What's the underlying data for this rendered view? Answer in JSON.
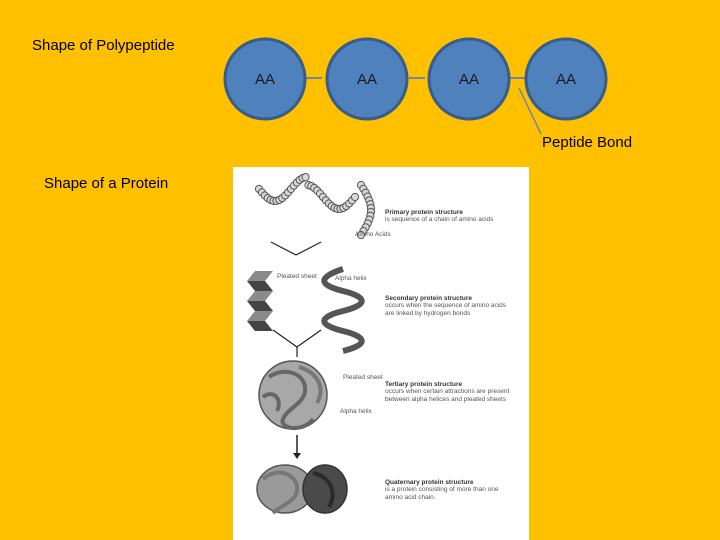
{
  "polypeptide_label": "Shape of Polypeptide",
  "protein_label": "Shape of a Protein",
  "amino_acid_nodes": [
    "AA",
    "AA",
    "AA",
    "AA"
  ],
  "peptide_bond_label": "Peptide Bond",
  "colors": {
    "background": "#FFC000",
    "node_fill": "#4F81BD",
    "node_stroke": "#385D8A"
  },
  "figure": {
    "primary_title": "Primary protein structure",
    "primary_desc": "is sequence of a chain of amino acids",
    "amino_acids_label": "Amino Acids",
    "pleated_sheet_label": "Pleated sheet",
    "alpha_helix_label": "Alpha helix",
    "secondary_title": "Secondary protein structure",
    "secondary_desc_1": "occurs when the sequence of amino acids",
    "secondary_desc_2": "are linked by hydrogen bonds",
    "pleated_sheet_label_2": "Pleated sheet",
    "tertiary_title": "Tertiary protein structure",
    "tertiary_desc_1": "occurs when certain attractions are present",
    "tertiary_desc_2": "between alpha helices and pleated sheets",
    "alpha_helix_label_2": "Alpha helix",
    "quaternary_title": "Quaternary protein structure",
    "quaternary_desc_1": "is a protein consisting of more than one",
    "quaternary_desc_2": "amino acid chain."
  }
}
